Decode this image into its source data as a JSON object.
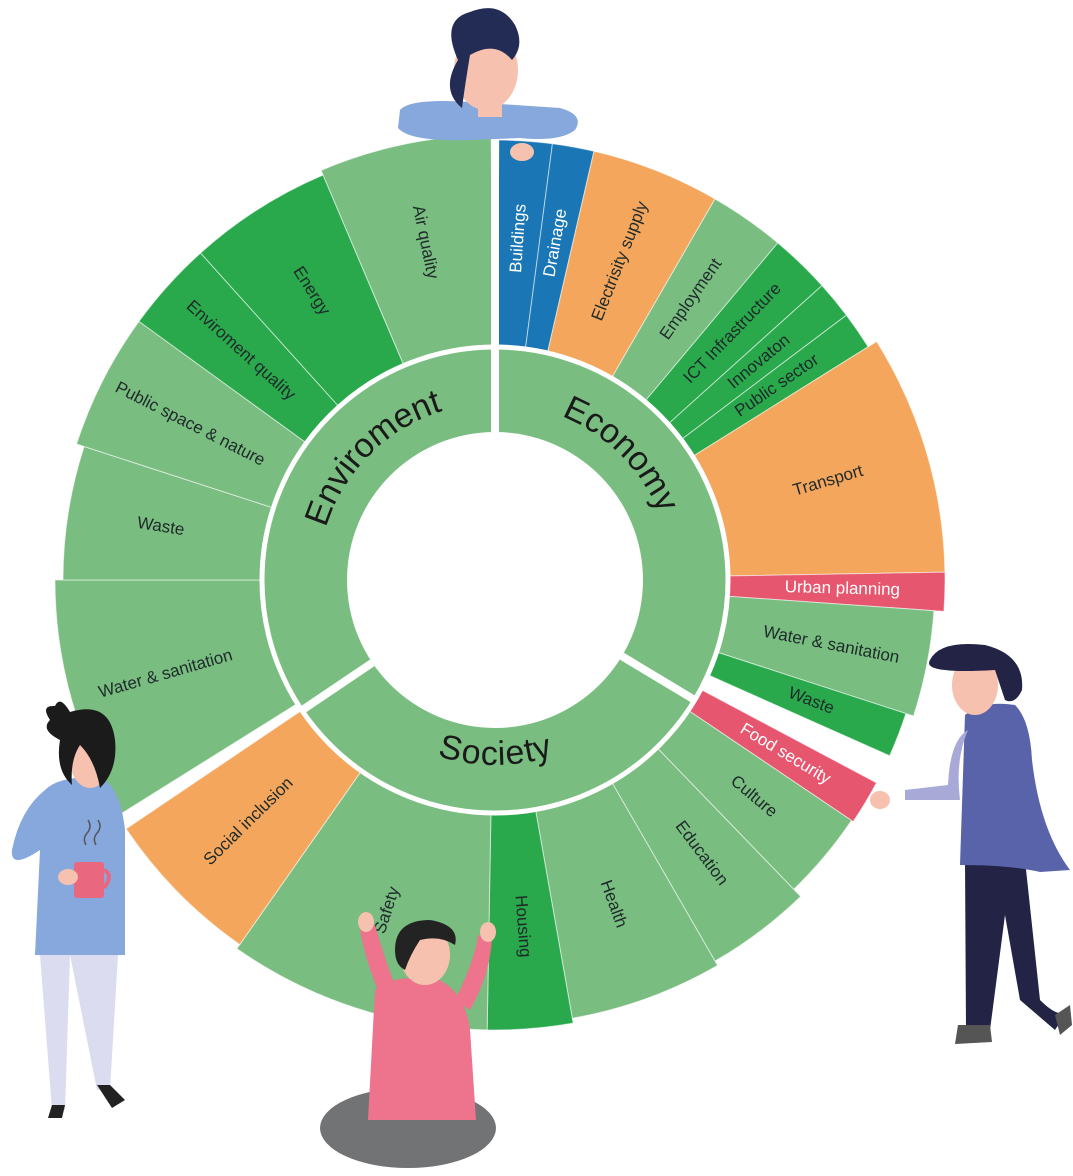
{
  "colors": {
    "green_light": "#79bd80",
    "green_dark": "#2aa84c",
    "orange": "#f4a65c",
    "blue": "#1a76b4",
    "red": "#e6566e",
    "white": "#ffffff",
    "label_dark": "#1e2a2a"
  },
  "categories": [
    {
      "name": "Enviroment",
      "start": 180,
      "end": 304
    },
    {
      "name": "Economy",
      "start": 0,
      "end": 121
    },
    {
      "name": "Society",
      "start": 124,
      "end": 236
    }
  ],
  "segments": [
    {
      "label": "Buildings",
      "color": "blue",
      "start": 0.5,
      "end": 7.5
    },
    {
      "label": "Drainage",
      "color": "blue",
      "start": 7.5,
      "end": 13
    },
    {
      "label": "Electrisity supply",
      "color": "orange",
      "start": 13,
      "end": 30
    },
    {
      "label": "Employment",
      "color": "green_light",
      "start": 30,
      "end": 40
    },
    {
      "label": "ICT Infrastructure",
      "color": "green_dark",
      "start": 40,
      "end": 48
    },
    {
      "label": "Innovaton",
      "color": "green_dark",
      "start": 48,
      "end": 53
    },
    {
      "label": "Public sector",
      "color": "green_dark",
      "start": 53,
      "end": 58
    },
    {
      "label": "Transport",
      "color": "orange",
      "start": 58,
      "end": 89
    },
    {
      "label": "Urban planning",
      "color": "red",
      "start": 89,
      "end": 94
    },
    {
      "label": "Water & sanitation",
      "color": "green_light",
      "start": 94,
      "end": 108
    },
    {
      "label": "Waste",
      "color": "green_dark",
      "start": 108,
      "end": 114
    },
    {
      "label": "Food security",
      "color": "red",
      "start": 118,
      "end": 124
    },
    {
      "label": "Culture",
      "color": "green_light",
      "start": 124,
      "end": 136
    },
    {
      "label": "Education",
      "color": "green_light",
      "start": 136,
      "end": 150
    },
    {
      "label": "Health",
      "color": "green_light",
      "start": 150,
      "end": 170
    },
    {
      "label": "Housing",
      "color": "green_dark",
      "start": 170,
      "end": 181
    },
    {
      "label": "Safety",
      "color": "green_light",
      "start": 181,
      "end": 215
    },
    {
      "label": "Social inclusion",
      "color": "orange",
      "start": 215,
      "end": 236
    },
    {
      "label": "Water & sanitation",
      "color": "green_light",
      "start": 238,
      "end": 270
    },
    {
      "label": "Waste",
      "color": "green_light",
      "start": 270,
      "end": 288
    },
    {
      "label": "Public space & nature",
      "color": "green_light",
      "start": 288,
      "end": 306
    },
    {
      "label": "Enviroment quality",
      "color": "green_dark",
      "start": 306,
      "end": 318
    },
    {
      "label": "Energy",
      "color": "green_dark",
      "start": 318,
      "end": 337
    },
    {
      "label": "Air quality",
      "color": "green_light",
      "start": 337,
      "end": 359.5
    }
  ]
}
